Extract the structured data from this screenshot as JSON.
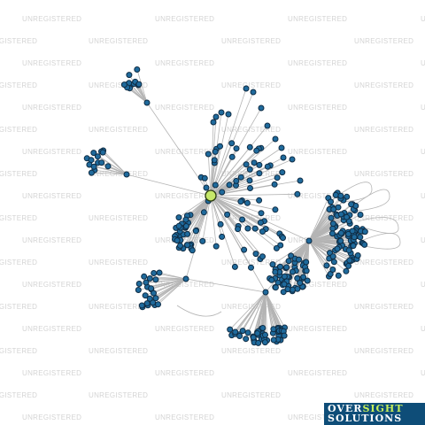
{
  "watermark": {
    "text": "UNREGISTERED"
  },
  "graph": {
    "node_color": "#1f6a9c",
    "focus_node_color": "#c6e86a",
    "edge_color": "#b4b4b4"
  },
  "logo": {
    "word1": "OVER",
    "word2": "SIGHT",
    "word3": "SOLUTIONS",
    "accent_color": "#c6ef5a",
    "background_color": "#0e4d78"
  }
}
